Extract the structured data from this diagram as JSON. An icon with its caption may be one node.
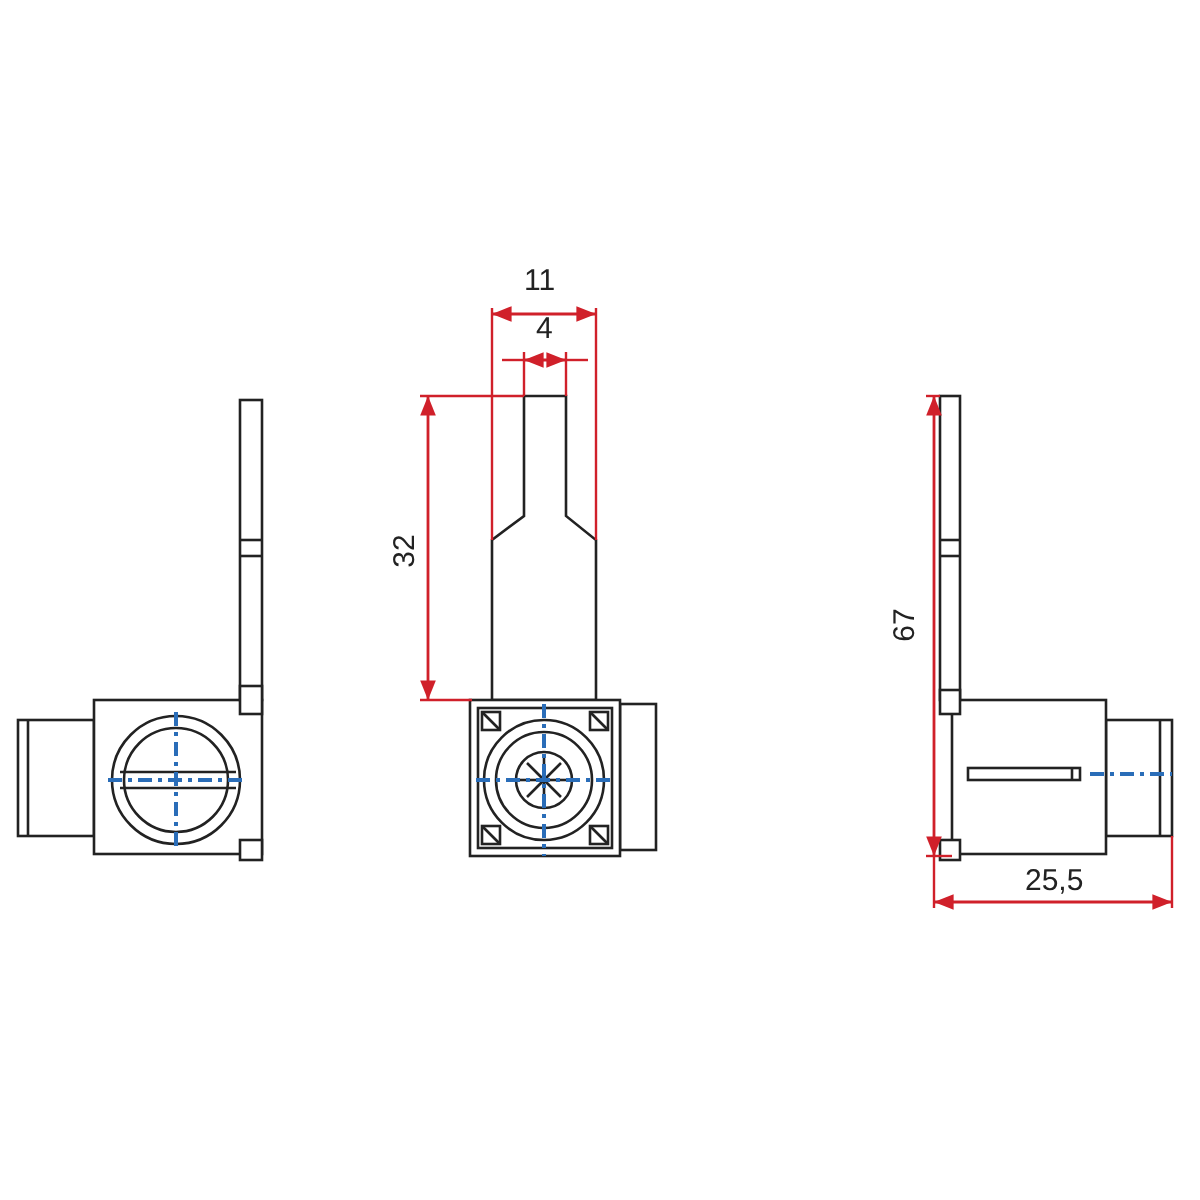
{
  "diagram": {
    "labels": [
      "11",
      "4",
      "32",
      "67",
      "25,5"
    ]
  }
}
